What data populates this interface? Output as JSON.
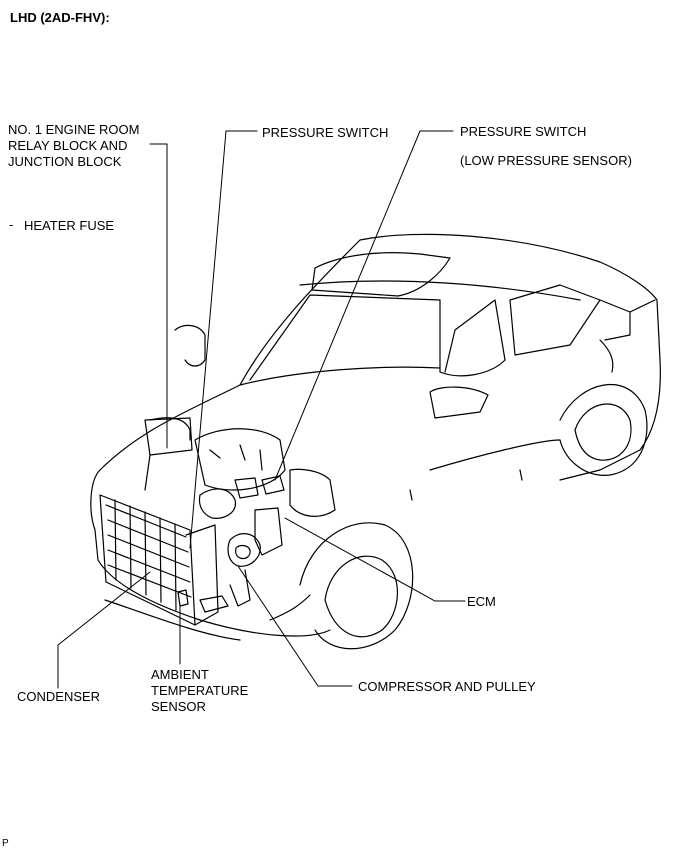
{
  "header": {
    "title": "LHD (2AD-FHV):"
  },
  "labels": {
    "relay_block_line1": "NO. 1 ENGINE ROOM",
    "relay_block_line2": "RELAY BLOCK AND",
    "relay_block_line3": "JUNCTION BLOCK",
    "heater_fuse_dash": "-",
    "heater_fuse": "HEATER FUSE",
    "pressure_switch": "PRESSURE SWITCH",
    "pressure_switch_2": "PRESSURE SWITCH",
    "low_pressure_sensor": "(LOW PRESSURE SENSOR)",
    "ecm": "ECM",
    "compressor": "COMPRESSOR AND PULLEY",
    "condenser": "CONDENSER",
    "ambient_line1": "AMBIENT",
    "ambient_line2": "TEMPERATURE",
    "ambient_line3": "SENSOR"
  },
  "footer": {
    "code": "P"
  }
}
